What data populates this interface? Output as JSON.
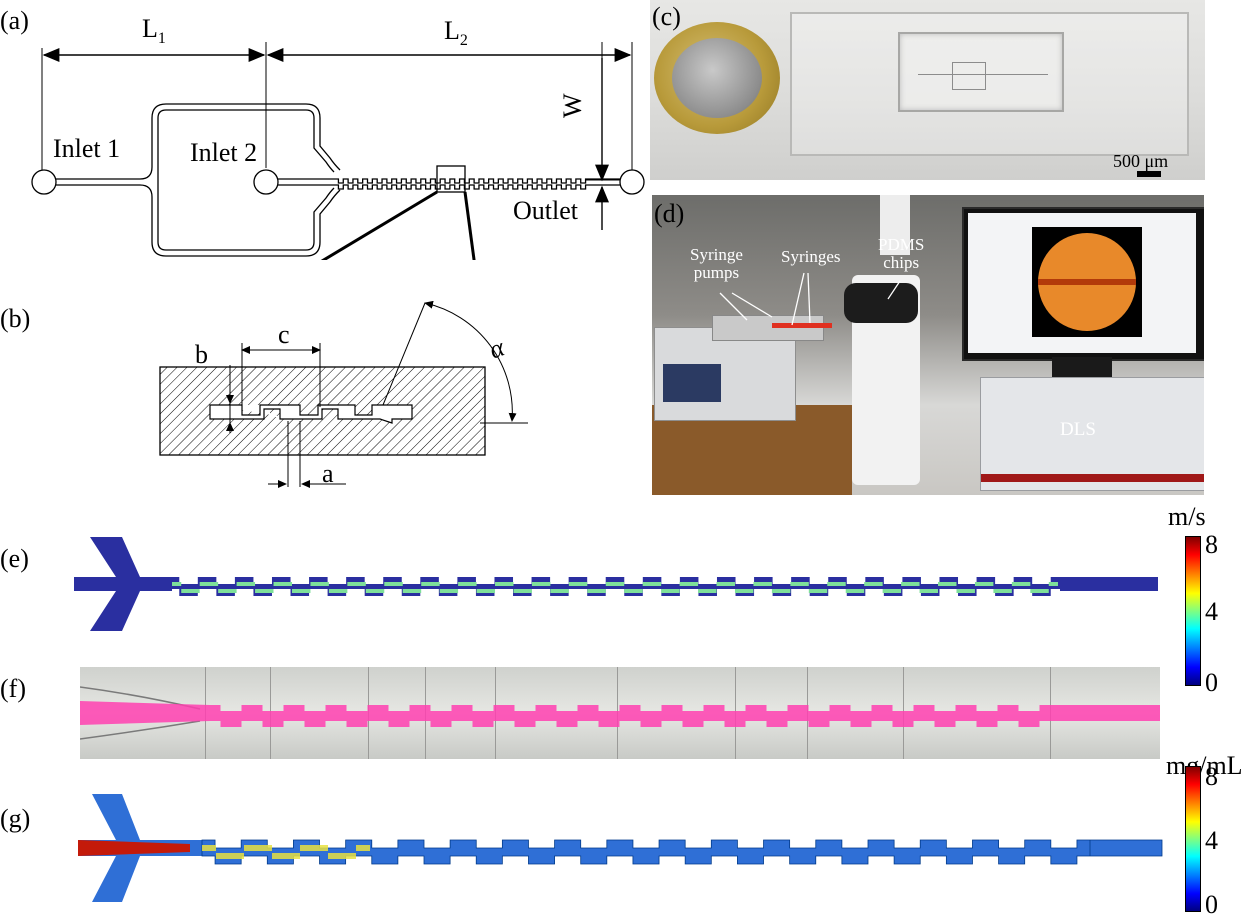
{
  "panels": {
    "a": {
      "label": "(a)",
      "dims": {
        "L1": "L",
        "L1_sub": "1",
        "L2": "L",
        "L2_sub": "2",
        "W": "W"
      },
      "inlet1": "Inlet 1",
      "inlet2": "Inlet 2",
      "outlet": "Outlet"
    },
    "b": {
      "label": "(b)",
      "b": "b",
      "c": "c",
      "a": "a",
      "alpha": "α"
    },
    "c": {
      "label": "(c)",
      "scale_value": "500",
      "scale_unit": "μm"
    },
    "d": {
      "label": "(d)",
      "syringe_pumps_1": "Syringe",
      "syringe_pumps_2": "pumps",
      "syringes": "Syringes",
      "pdms_1": "PDMS",
      "pdms_2": "chips",
      "dls": "DLS"
    },
    "e": {
      "label": "(e)",
      "unit": "m/s",
      "ticks": [
        "8",
        "4",
        "0"
      ]
    },
    "f": {
      "label": "(f)"
    },
    "g": {
      "label": "(g)",
      "unit": "mg/mL",
      "ticks": [
        "8",
        "4",
        "0"
      ]
    }
  },
  "colors": {
    "velocity_base": "#2a2fa0",
    "concentration_base": "#2f6fd6",
    "inlet_red": "#c41a0a",
    "dye_pink": "#ff3fb0"
  }
}
